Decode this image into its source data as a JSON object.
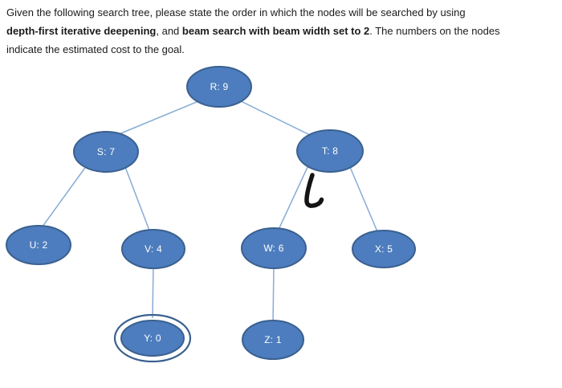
{
  "question": {
    "lines": [
      {
        "segments": [
          {
            "text": "Given the following search tree, please state the order in which the nodes will be searched by using",
            "bold": false
          }
        ]
      },
      {
        "segments": [
          {
            "text": "depth-first iterative deepening",
            "bold": true
          },
          {
            "text": ", and ",
            "bold": false
          },
          {
            "text": "beam search with beam width set to 2",
            "bold": true
          },
          {
            "text": ". The numbers on the nodes",
            "bold": false
          }
        ]
      },
      {
        "segments": [
          {
            "text": "indicate the estimated cost to the goal.",
            "bold": false
          }
        ]
      }
    ]
  },
  "tree": {
    "nodes": [
      {
        "id": "R",
        "label": "R: 9",
        "cost": 9,
        "goal": false
      },
      {
        "id": "S",
        "label": "S: 7",
        "cost": 7,
        "goal": false
      },
      {
        "id": "T",
        "label": "T: 8",
        "cost": 8,
        "goal": false
      },
      {
        "id": "U",
        "label": "U: 2",
        "cost": 2,
        "goal": false
      },
      {
        "id": "V",
        "label": "V: 4",
        "cost": 4,
        "goal": false
      },
      {
        "id": "W",
        "label": "W: 6",
        "cost": 6,
        "goal": false
      },
      {
        "id": "X",
        "label": "X: 5",
        "cost": 5,
        "goal": false
      },
      {
        "id": "Y",
        "label": "Y: 0",
        "cost": 0,
        "goal": true
      },
      {
        "id": "Z",
        "label": "Z: 1",
        "cost": 1,
        "goal": false
      }
    ],
    "edges": [
      {
        "from": "R",
        "to": "S"
      },
      {
        "from": "R",
        "to": "T"
      },
      {
        "from": "S",
        "to": "U"
      },
      {
        "from": "S",
        "to": "V"
      },
      {
        "from": "T",
        "to": "W"
      },
      {
        "from": "T",
        "to": "X"
      },
      {
        "from": "V",
        "to": "Y"
      },
      {
        "from": "W",
        "to": "Z"
      }
    ],
    "colors": {
      "node_fill": "#4d7dbe",
      "node_border": "#3a608f",
      "edge_line": "#87abd6",
      "node_label": "#ffffff",
      "annotation": "#141414"
    },
    "annotation": "handwritten L pen mark below node T"
  }
}
